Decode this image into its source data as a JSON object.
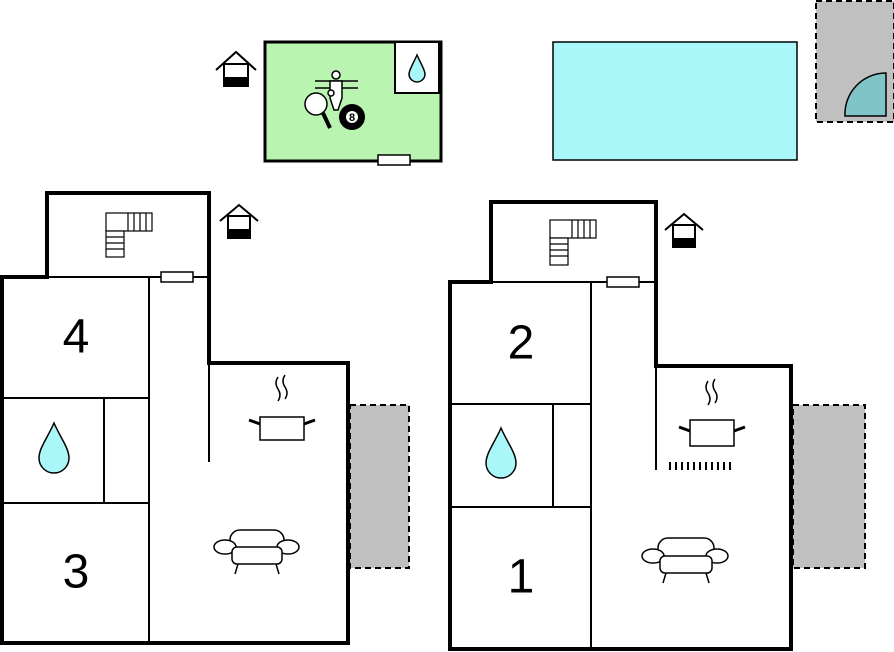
{
  "rooms": {
    "left_house": {
      "upper_bedroom": "4",
      "lower_bedroom": "3"
    },
    "right_house": {
      "upper_bedroom": "2",
      "lower_bedroom": "1"
    }
  },
  "games_room": {
    "billiard_ball": "8"
  },
  "colors": {
    "wall": "#000000",
    "games_room_fill": "#b9f5b0",
    "pool_fill": "#aaf7fa",
    "terrace_fill": "#c0c0c0",
    "water_drop": "#aaf7fa",
    "hot_tub": "#80c4c8"
  },
  "icons": [
    "house-entrance-icon",
    "stairs-icon",
    "water-drop-icon",
    "cooking-pot-icon",
    "sofa-icon",
    "table-tennis-icon",
    "foosball-icon",
    "billiard-ball-icon",
    "hot-tub-icon",
    "door-icon",
    "radiator-icon"
  ]
}
